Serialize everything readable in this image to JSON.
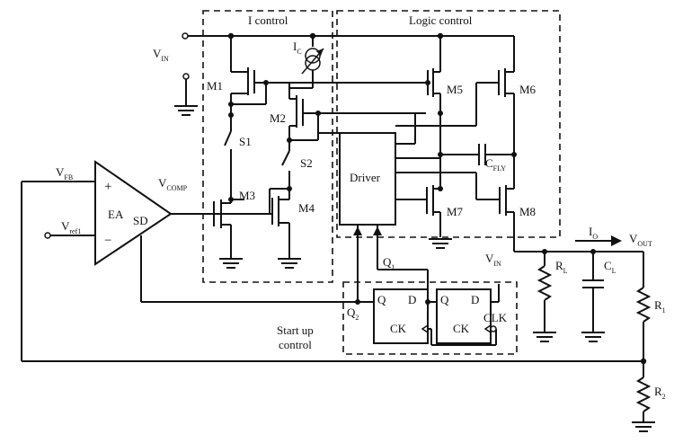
{
  "labels": {
    "i_control": "I control",
    "logic_control": "Logic control",
    "vin_top": "V",
    "vin_top_sub": "IN",
    "vin_right": "V",
    "vin_right_sub": "IN",
    "ic": "I",
    "ic_sub": "C",
    "m1": "M1",
    "m2": "M2",
    "m3": "M3",
    "m4": "M4",
    "m5": "M5",
    "m6": "M6",
    "m7": "M7",
    "m8": "M8",
    "s1": "S1",
    "s2": "S2",
    "driver": "Driver",
    "cfly": "C",
    "cfly_sub": "FLY",
    "vfb": "V",
    "vfb_sub": "FB",
    "vref": "V",
    "vref_sub": "ref1",
    "vcomp": "V",
    "vcomp_sub": "COMP",
    "ea": "EA",
    "sd": "SD",
    "plus": "+",
    "minus": "−",
    "q1": "Q",
    "q1_sub": "1",
    "q2": "Q",
    "q2_sub": "2",
    "ff1_q": "Q",
    "ff1_d": "D",
    "ff1_ck": "CK",
    "ff2_q": "Q",
    "ff2_d": "D",
    "ff2_ck": "CK",
    "clk": "CLK",
    "startup_line1": "Start up",
    "startup_line2": "control",
    "io": "I",
    "io_sub": "O",
    "vout": "V",
    "vout_sub": "OUT",
    "rl": "R",
    "rl_sub": "L",
    "cl": "C",
    "cl_sub": "L",
    "r1": "R",
    "r1_sub": "1",
    "r2": "R",
    "r2_sub": "2"
  }
}
